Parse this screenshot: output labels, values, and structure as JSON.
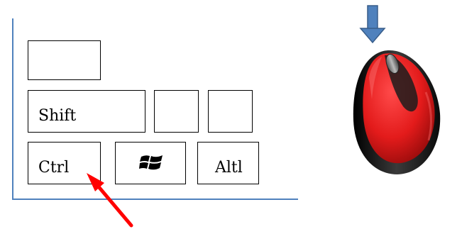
{
  "keyboard": {
    "keys": {
      "shift": "Shift",
      "ctrl": "Ctrl",
      "alt": "Altl"
    },
    "windows_icon": "windows-logo-icon",
    "frame_color": "#4f81bd"
  },
  "annotations": {
    "ctrl_arrow_color": "#ff0000",
    "mouse_arrow_color": "#4f81bd"
  },
  "mouse": {
    "icon": "mouse-icon",
    "body_color": "#e31b1b",
    "shell_color": "#1a1a1a"
  }
}
